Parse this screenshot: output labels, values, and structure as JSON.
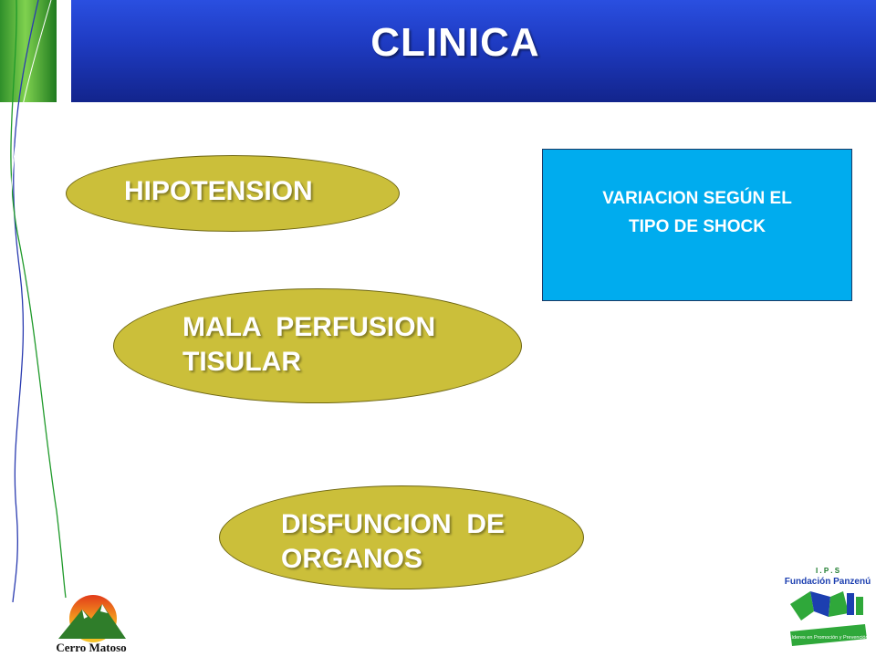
{
  "slide": {
    "title": "CLINICA",
    "items": [
      {
        "label": "HIPOTENSION"
      },
      {
        "label_line1": "MALA  PERFUSION",
        "label_line2": "TISULAR"
      },
      {
        "label_line1": "DISFUNCION  DE",
        "label_line2": "ORGANOS"
      }
    ],
    "note_box": {
      "line1": "VARIACION SEGÚN EL",
      "line2": "TIPO DE SHOCK"
    }
  },
  "logos": {
    "left": {
      "text": "Cerro Matoso",
      "icon": "mountain-sun-logo"
    },
    "right": {
      "top_text": "I . P . S",
      "name": "Fundación Panzenú",
      "ribbon": "Líderes en Promoción y Prevención",
      "icon": "ips-logo"
    }
  },
  "colors": {
    "header_blue": "#1f3cc4",
    "ellipse_fill": "#cbbf3a",
    "note_box_fill": "#00acee",
    "accent_green": "#2f8f2a"
  }
}
